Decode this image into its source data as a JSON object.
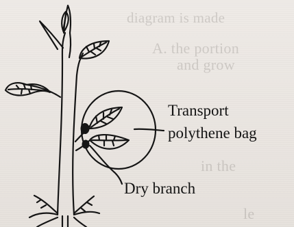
{
  "labels": {
    "transport_bag": [
      "Transport",
      "polythene bag"
    ],
    "dry_branch": "Dry branch"
  },
  "show_through": {
    "lines": [
      "diagram is made",
      "A. the portion",
      "and grow",
      "in the",
      "le"
    ]
  },
  "colors": {
    "ink": "#151515",
    "paper": "#ebe6e1"
  }
}
